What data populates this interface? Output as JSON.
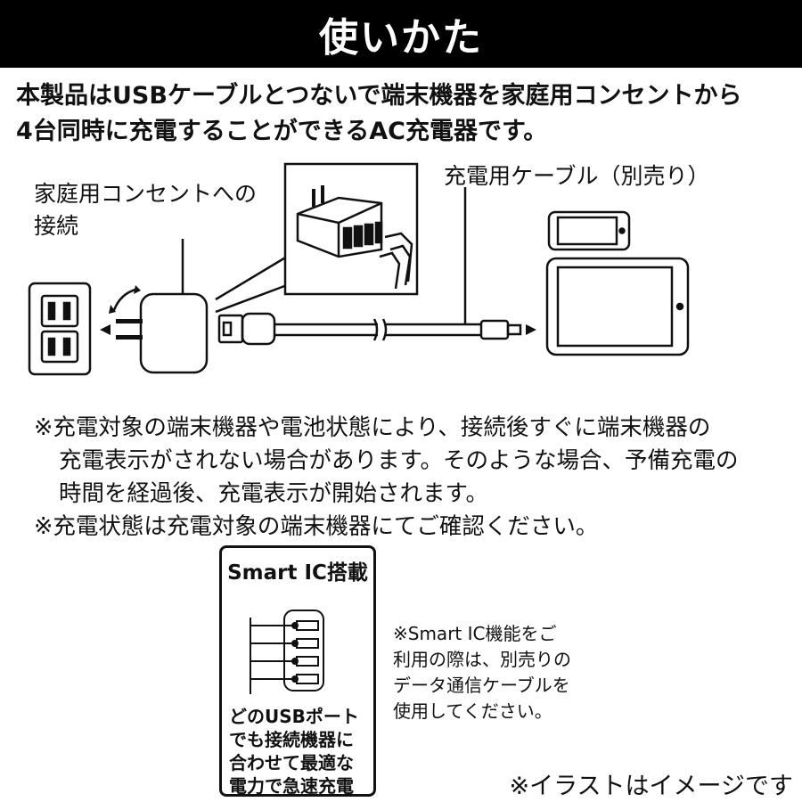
{
  "header": {
    "title": "使いかた"
  },
  "intro": {
    "line1": "本製品はUSBケーブルとつないで端末機器を家庭用コンセントから",
    "line2": "4台同時に充電することができるAC充電器です。"
  },
  "diagram": {
    "outlet_label_line1": "家庭用コンセントへの",
    "outlet_label_line2": "接続",
    "cable_label": "充電用ケーブル（別売り）"
  },
  "notes": {
    "note1_line1": "※充電対象の端末機器や電池状態により、接続後すぐに端末機器の",
    "note1_line2": "充電表示がされない場合があります。そのような場合、予備充電の",
    "note1_line3": "時間を経過後、充電表示が開始されます。",
    "note2": "※充電状態は充電対象の端末機器にてご確認ください。"
  },
  "smart_ic": {
    "title": "Smart IC搭載",
    "body_line1": "どのUSBポート",
    "body_line2": "でも接続機器に",
    "body_line3": "合わせて最適な",
    "body_line4": "電力で急速充電",
    "note_line1": "※Smart IC機能をご",
    "note_line2": "利用の際は、別売りの",
    "note_line3": "データ通信ケーブルを",
    "note_line4": "使用してください。"
  },
  "footer": {
    "image_note": "※イラストはイメージです"
  }
}
